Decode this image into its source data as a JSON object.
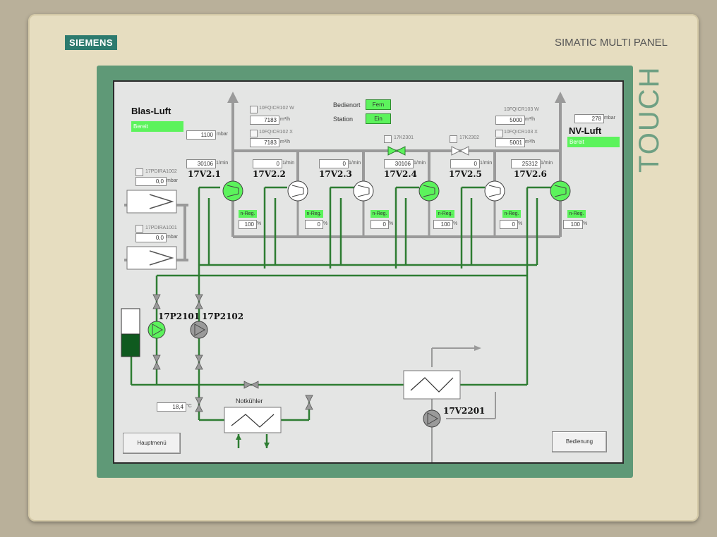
{
  "device": {
    "brand": "SIEMENS",
    "model": "SIMATIC MULTI PANEL",
    "touch_label": "TOUCH"
  },
  "colors": {
    "pipe_green": "#2e7d32",
    "pipe_gray": "#9a9a9a",
    "running_green": "#5cf35c",
    "stopped_white": "#ffffff",
    "status_green": "#5cf35c"
  },
  "screen": {
    "blas_luft": {
      "title": "Blas-Luft",
      "status": "Bereit",
      "pressure_value": "1100",
      "pressure_unit": "mbar"
    },
    "nv_luft": {
      "title": "NV-Luft",
      "status": "Bereit",
      "pressure_value": "278",
      "pressure_unit": "mbar"
    },
    "bedienort": {
      "label": "Bedienort",
      "value": "Fern"
    },
    "station": {
      "label": "Station",
      "value": "Ein"
    },
    "flow_left": [
      {
        "tag": "10FQICR102 W",
        "value": "7183",
        "unit": "m³/h"
      },
      {
        "tag": "10FQICR102 X",
        "value": "7183",
        "unit": "m³/h"
      }
    ],
    "flow_right": [
      {
        "tag": "10FQICR103 W",
        "value": "5000",
        "unit": "m³/h"
      },
      {
        "tag": "10FQICR103 X",
        "value": "5001",
        "unit": "m³/h"
      }
    ],
    "valves_top": [
      {
        "tag": "17K2301"
      },
      {
        "tag": "17K2302"
      }
    ],
    "filters": [
      {
        "tag": "17PDIRA1002",
        "value": "0,0",
        "unit": "mbar"
      },
      {
        "tag": "17PDIRA1001",
        "value": "0,0",
        "unit": "mbar"
      }
    ],
    "compressors": [
      {
        "name": "17V2.1",
        "speed": "30106",
        "speed_unit": "1/min",
        "nreg_label": "n-Reg.",
        "nreg": "100",
        "nreg_unit": "%",
        "running": true
      },
      {
        "name": "17V2.2",
        "speed": "0",
        "speed_unit": "1/min",
        "nreg_label": "n-Reg.",
        "nreg": "0",
        "nreg_unit": "%",
        "running": false
      },
      {
        "name": "17V2.3",
        "speed": "0",
        "speed_unit": "1/min",
        "nreg_label": "n-Reg.",
        "nreg": "0",
        "nreg_unit": "%",
        "running": false
      },
      {
        "name": "17V2.4",
        "speed": "30106",
        "speed_unit": "1/min",
        "nreg_label": "n-Reg.",
        "nreg": "100",
        "nreg_unit": "%",
        "running": true
      },
      {
        "name": "17V2.5",
        "speed": "0",
        "speed_unit": "1/min",
        "nreg_label": "n-Reg.",
        "nreg": "0",
        "nreg_unit": "%",
        "running": false
      },
      {
        "name": "17V2.6",
        "speed": "25312",
        "speed_unit": "1/min",
        "nreg_label": "n-Reg.",
        "nreg": "100",
        "nreg_unit": "%",
        "running": true
      }
    ],
    "pumps": [
      {
        "name": "17P2101"
      },
      {
        "name": "17P2102"
      },
      {
        "name": "17V2201"
      }
    ],
    "temperature": {
      "value": "18,4",
      "unit": "°C"
    },
    "notkuehler": "Notkühler",
    "buttons": {
      "main_menu": "Hauptmenü",
      "operation": "Bedienung"
    }
  }
}
